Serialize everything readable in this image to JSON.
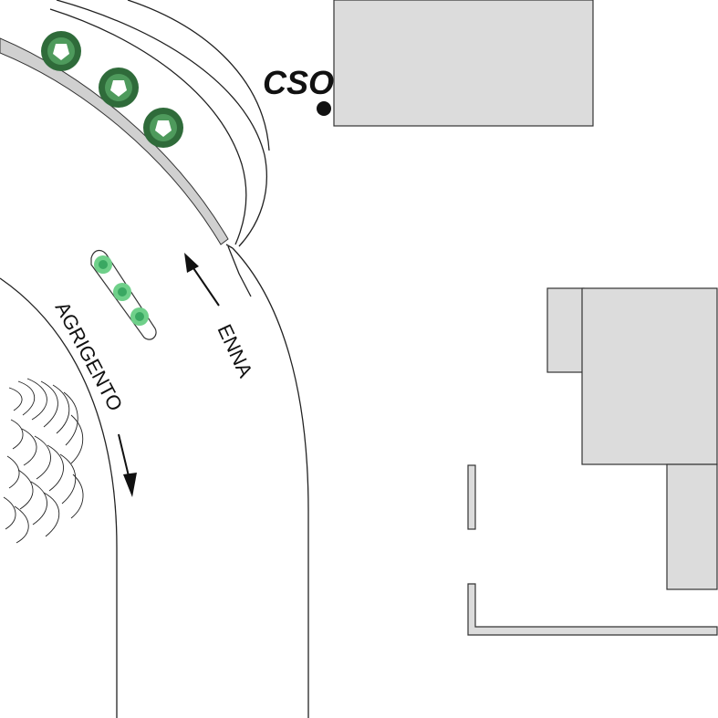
{
  "map": {
    "cso_label": "CSO",
    "direction_north_label": "ENNA",
    "direction_south_label": "AGRIGENTO"
  },
  "colors": {
    "building_fill": "#dcdcdc",
    "tree_dark": "#2f6b3a",
    "shrub_green": "#6fd08a",
    "marker": "#111111"
  },
  "icons": {
    "large_trees": "tree-icon",
    "shrubs": "shrub-icon",
    "vegetation_hatch": "vegetation-icon",
    "location_marker": "marker-dot-icon",
    "direction_arrows": "arrow-icon"
  }
}
